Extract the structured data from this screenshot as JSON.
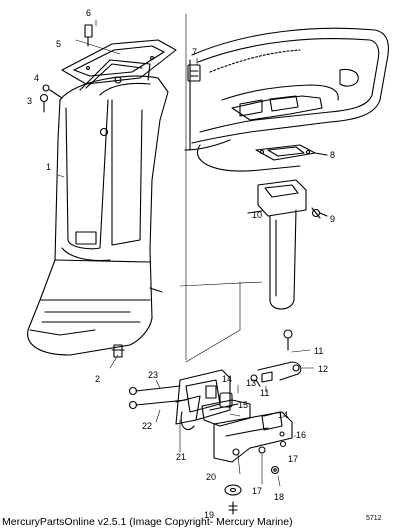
{
  "diagram": {
    "callouts": [
      "1",
      "2",
      "3",
      "4",
      "5",
      "6",
      "7",
      "8",
      "9",
      "10",
      "11",
      "11",
      "12",
      "13",
      "14",
      "14",
      "15",
      "16",
      "17",
      "17",
      "18",
      "19",
      "20",
      "21",
      "22",
      "23"
    ],
    "drawing_code": "5712"
  },
  "caption": "MercuryPartsOnline v2.5.1 (Image Copyright- Mercury Marine)"
}
